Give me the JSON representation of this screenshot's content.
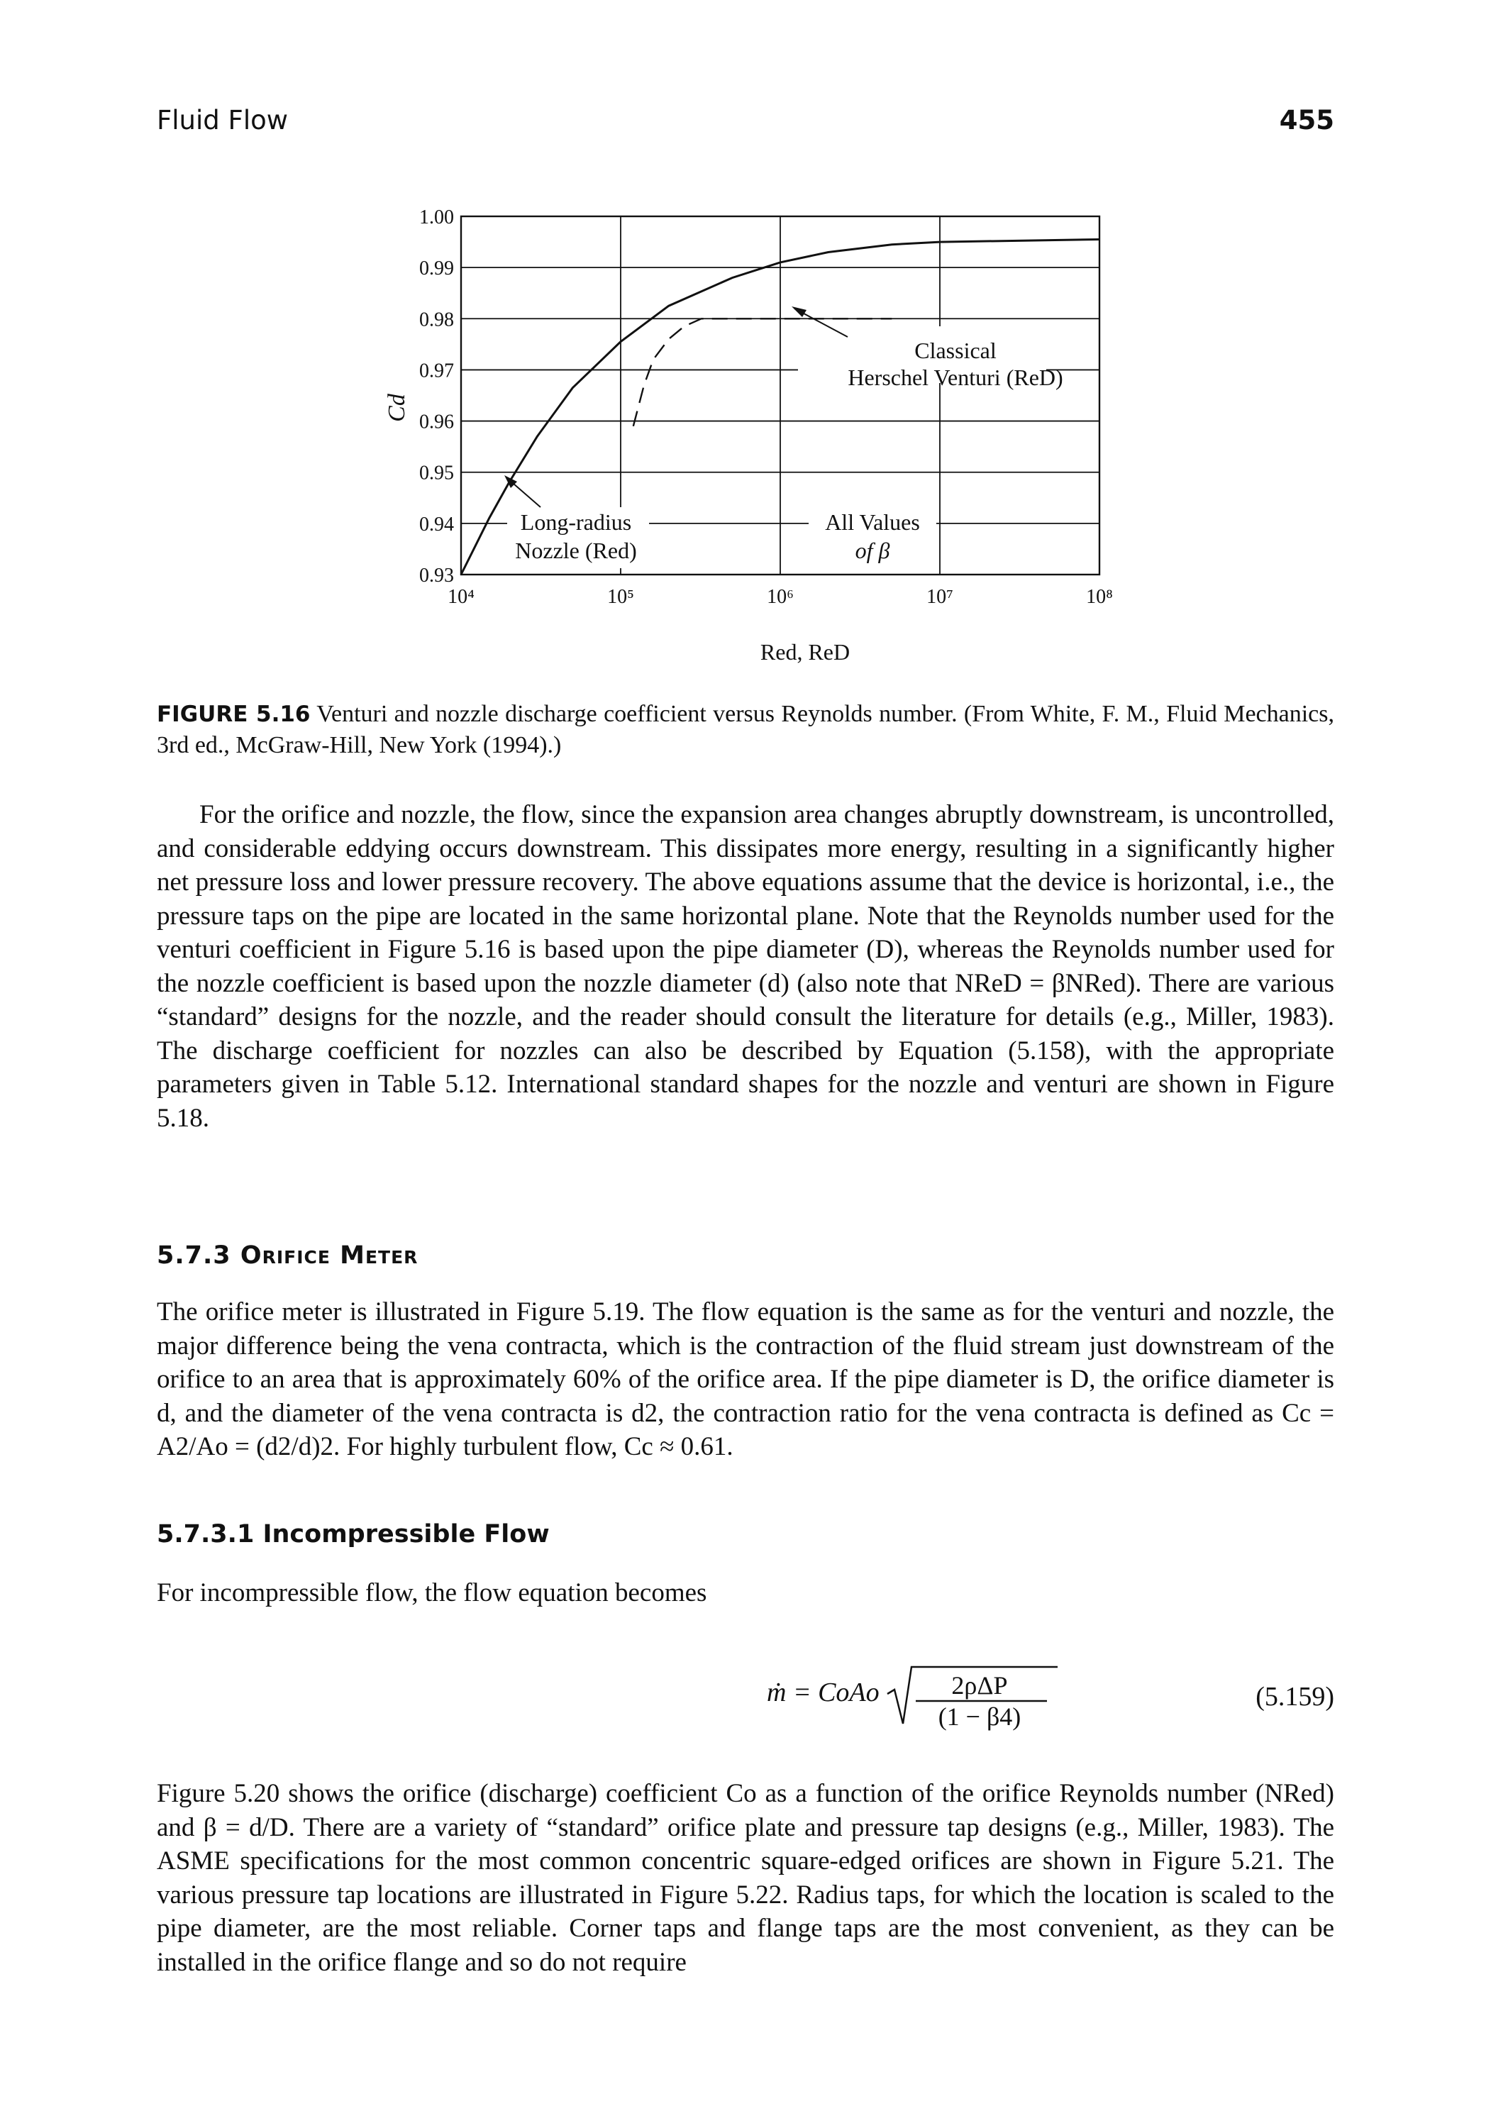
{
  "running_head": {
    "title": "Fluid Flow",
    "page_number": "455"
  },
  "figure": {
    "y_axis_label": "Cd",
    "x_axis_label": "Red, ReD",
    "annotations": {
      "venturi_line1": "Classical",
      "venturi_line2": "Herschel Venturi (ReD)",
      "nozzle_line1": "Long-radius",
      "nozzle_line2": "Nozzle (Red)",
      "allvalues_line1": "All Values",
      "allvalues_line2": "of β"
    },
    "caption_label": "FIGURE 5.16",
    "caption_text": "Venturi and nozzle discharge coefficient versus Reynolds number. (From White, F. M., Fluid Mechanics, 3rd ed., McGraw-Hill, New York (1994).)"
  },
  "chart_data": {
    "type": "line",
    "xscale": "log",
    "xlim": [
      10000,
      100000000
    ],
    "ylim": [
      0.93,
      1.0
    ],
    "x_ticks": [
      "10⁴",
      "10⁵",
      "10⁶",
      "10⁷",
      "10⁸"
    ],
    "y_ticks": [
      "1.00",
      "0.99",
      "0.98",
      "0.97",
      "0.96",
      "0.95",
      "0.94",
      "0.93"
    ],
    "ylabel": "Cd",
    "xlabel": "Red, ReD",
    "grid": true,
    "series": [
      {
        "name": "Long-radius Nozzle (Red)",
        "style": "solid",
        "x": [
          10000,
          15000,
          20000,
          30000,
          50000,
          100000,
          200000,
          500000,
          1000000,
          2000000,
          5000000,
          10000000,
          100000000
        ],
        "y": [
          0.93,
          0.941,
          0.948,
          0.957,
          0.9665,
          0.9755,
          0.9825,
          0.988,
          0.991,
          0.993,
          0.9945,
          0.995,
          0.9955
        ]
      },
      {
        "name": "Classical Herschel Venturi (ReD)",
        "style": "dashed",
        "x": [
          120000,
          140000,
          160000,
          200000,
          250000,
          320000,
          500000,
          1000000,
          3000000,
          5000000
        ],
        "y": [
          0.959,
          0.967,
          0.972,
          0.976,
          0.9785,
          0.98,
          0.98,
          0.98,
          0.98,
          0.98
        ]
      }
    ]
  },
  "text": {
    "p1": "For the orifice and nozzle, the flow, since the expansion area changes abruptly downstream, is uncontrolled, and considerable eddying occurs downstream. This dissipates more energy, resulting in a significantly higher net pressure loss and lower pressure recovery. The above equations assume that the device is horizontal, i.e., the pressure taps on the pipe are located in the same horizontal plane. Note that the Reynolds number used for the venturi coefficient in Figure 5.16 is based upon the pipe diameter (D), whereas the Reynolds number used for the nozzle coefficient is based upon the nozzle diameter (d) (also note that NReD = βNRed). There are various “standard” designs for the nozzle, and the reader should consult the literature for details (e.g., Miller, 1983). The discharge coefficient for nozzles can also be described by Equation (5.158), with the appropriate parameters given in Table 5.12. International standard shapes for the nozzle and venturi are shown in Figure 5.18.",
    "h_section": "5.7.3 Orifice Meter",
    "p2": "The orifice meter is illustrated in Figure 5.19. The flow equation is the same as for the venturi and nozzle, the major difference being the vena contracta, which is the contraction of the fluid stream just downstream of the orifice to an area that is approximately 60% of the orifice area. If the pipe diameter is D, the orifice diameter is d, and the diameter of the vena contracta is d2, the contraction ratio for the vena contracta is defined as Cc = A2/Ao = (d2/d)2. For highly turbulent flow, Cc ≈ 0.61.",
    "h_subsection": "5.7.3.1 Incompressible Flow",
    "p3": "For incompressible flow, the flow equation becomes",
    "equation_lhs": "ṁ = CoAo",
    "equation_numerator": "2ρΔP",
    "equation_denominator": "(1 − β4)",
    "equation_number": "(5.159)",
    "p4": "Figure 5.20 shows the orifice (discharge) coefficient Co as a function of the orifice Reynolds number (NRed) and β = d/D. There are a variety of “standard” orifice plate and pressure tap designs (e.g., Miller, 1983). The ASME specifications for the most common concentric square-edged orifices are shown in Figure 5.21. The various pressure tap locations are illustrated in Figure 5.22. Radius taps, for which the location is scaled to the pipe diameter, are the most reliable. Corner taps and flange taps are the most convenient, as they can be installed in the orifice flange and so do not require"
  }
}
